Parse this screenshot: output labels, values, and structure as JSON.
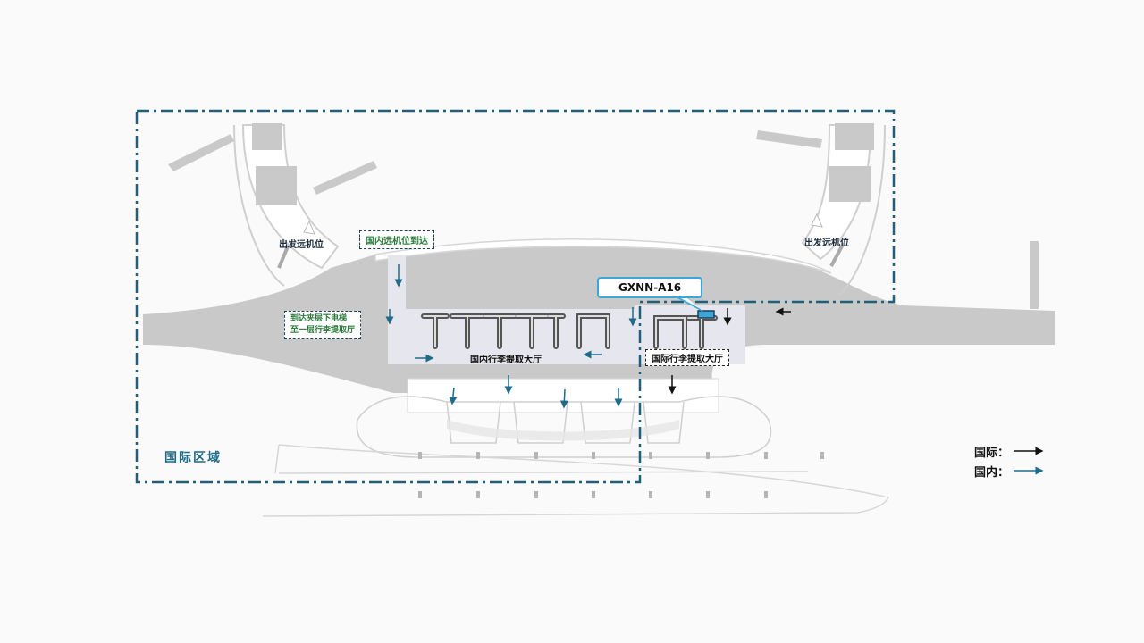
{
  "map": {
    "stand_label_left": "出发远机位",
    "stand_label_right": "出发远机位",
    "callout_domestic_remote": "国内远机位到达",
    "callout_elevator_line1": "到达夹层下电梯",
    "callout_elevator_line2": "至一层行李提取厅",
    "hall_domestic": "国内行李提取大厅",
    "hall_international": "国际行李提取大厅",
    "zone_international": "国际区域",
    "location_marker": "GXNN-A16"
  },
  "legend": {
    "international": "国际：",
    "domestic": "国内："
  },
  "colors": {
    "international_arrow": "#111111",
    "domestic_arrow": "#1f6b8a",
    "zone_border": "#1f5f7a",
    "marker_border": "#3aa7d8",
    "hall_fill": "#e6e6ee",
    "apron_fill": "#c9c9c9"
  }
}
